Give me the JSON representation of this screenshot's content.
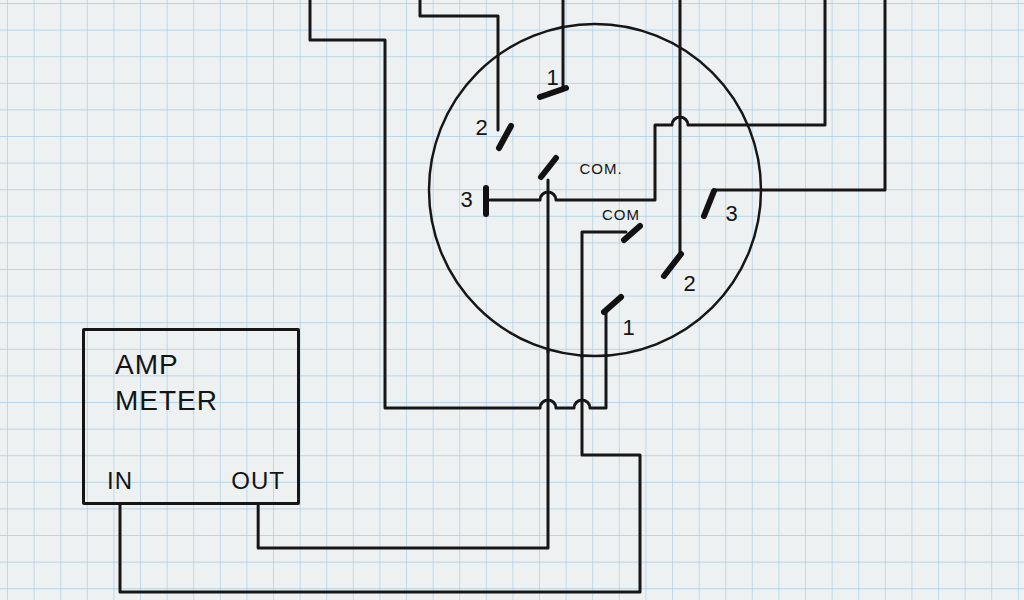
{
  "diagram": {
    "nodes": [
      {
        "text": [
          "AMP METER",
          "IN",
          "OUT"
        ]
      },
      {
        "text": [
          "1",
          "2",
          "COM.",
          "3",
          "COM",
          "3",
          "2",
          "1"
        ]
      }
    ],
    "edges": [
      {
        "from": 0,
        "to": 1,
        "arrow": "none"
      },
      {
        "from": 0,
        "to": 1,
        "arrow": "none"
      }
    ]
  }
}
